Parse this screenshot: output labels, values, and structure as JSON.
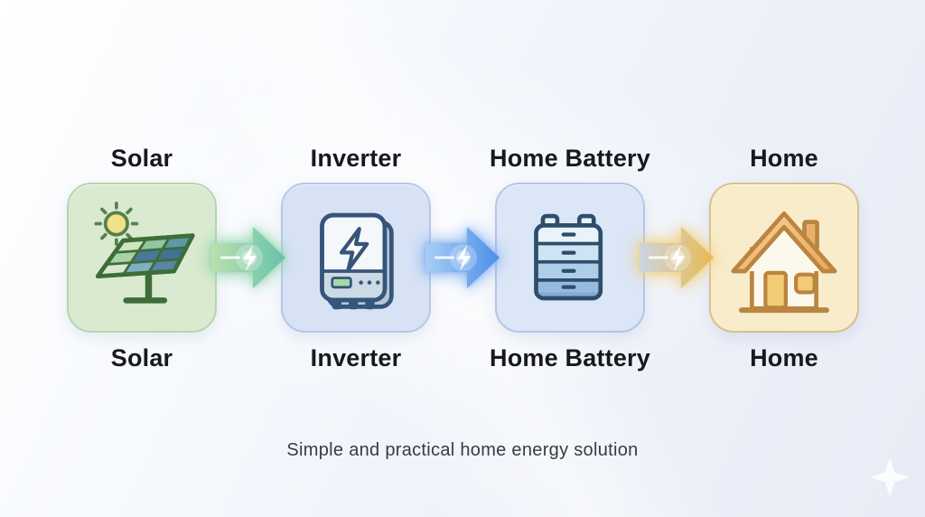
{
  "subtitle": "Simple and practical home energy solution",
  "stages": [
    {
      "id": "solar",
      "label_top": "Solar",
      "label_bottom": "Solar",
      "icon": "solar-panel-sun-icon",
      "box_fill": "#d9ead1",
      "box_border": "#b6d6ab"
    },
    {
      "id": "inverter",
      "label_top": "Inverter",
      "label_bottom": "Inverter",
      "icon": "inverter-icon",
      "box_fill": "#d7e3f5",
      "box_border": "#b4c8e8"
    },
    {
      "id": "home-battery",
      "label_top": "Home Battery",
      "label_bottom": "Home Battery",
      "icon": "home-battery-icon",
      "box_fill": "#dbe6f7",
      "box_border": "#b3c6e8"
    },
    {
      "id": "home",
      "label_top": "Home",
      "label_bottom": "Home",
      "icon": "house-icon",
      "box_fill": "#f8ecca",
      "box_border": "#d9c08c"
    }
  ],
  "arrows": [
    {
      "id": "solar-to-inverter",
      "icon": "lightning-bolt-arrow-icon",
      "color_start": "#b9e0ae",
      "color_end": "#67c3ab",
      "glow": "rgba(140,210,170,0.75)"
    },
    {
      "id": "inverter-to-battery",
      "icon": "lightning-bolt-arrow-icon",
      "color_start": "#a9cef5",
      "color_end": "#4a8fe8",
      "glow": "rgba(120,170,240,0.75)"
    },
    {
      "id": "battery-to-home",
      "icon": "lightning-bolt-arrow-icon",
      "color_start": "#ccd5e1",
      "color_end": "#e9ba52",
      "glow": "rgba(242,205,120,0.8)"
    }
  ],
  "decorations": {
    "sparkle": "sparkle-icon"
  }
}
